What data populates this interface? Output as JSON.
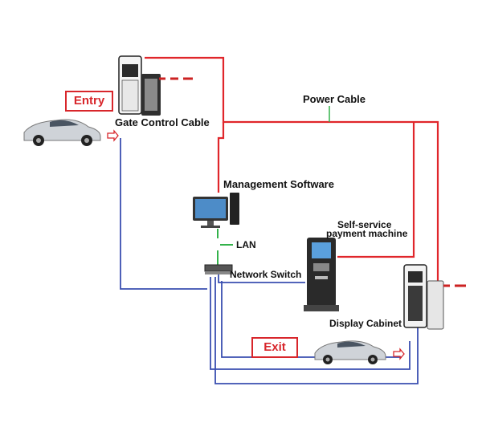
{
  "labels": {
    "entry": "Entry",
    "exit": "Exit",
    "gate_control_cable": "Gate Control Cable",
    "power_cable": "Power Cable",
    "management_software": "Management Software",
    "lan": "LAN",
    "network_switch": "Network Switch",
    "self_service_line1": "Self-service",
    "self_service_line2": "payment machine",
    "display_cabinet": "Display Cabinet"
  },
  "colors": {
    "power": "#e0262b",
    "network": "#3a4fb0",
    "lan": "#33b24a",
    "tag": "#d8262b"
  },
  "icons": [
    "car-icon",
    "gate-barrier-icon",
    "computer-icon",
    "network-switch-icon",
    "payment-kiosk-icon",
    "display-cabinet-icon",
    "arrow-right-icon"
  ]
}
